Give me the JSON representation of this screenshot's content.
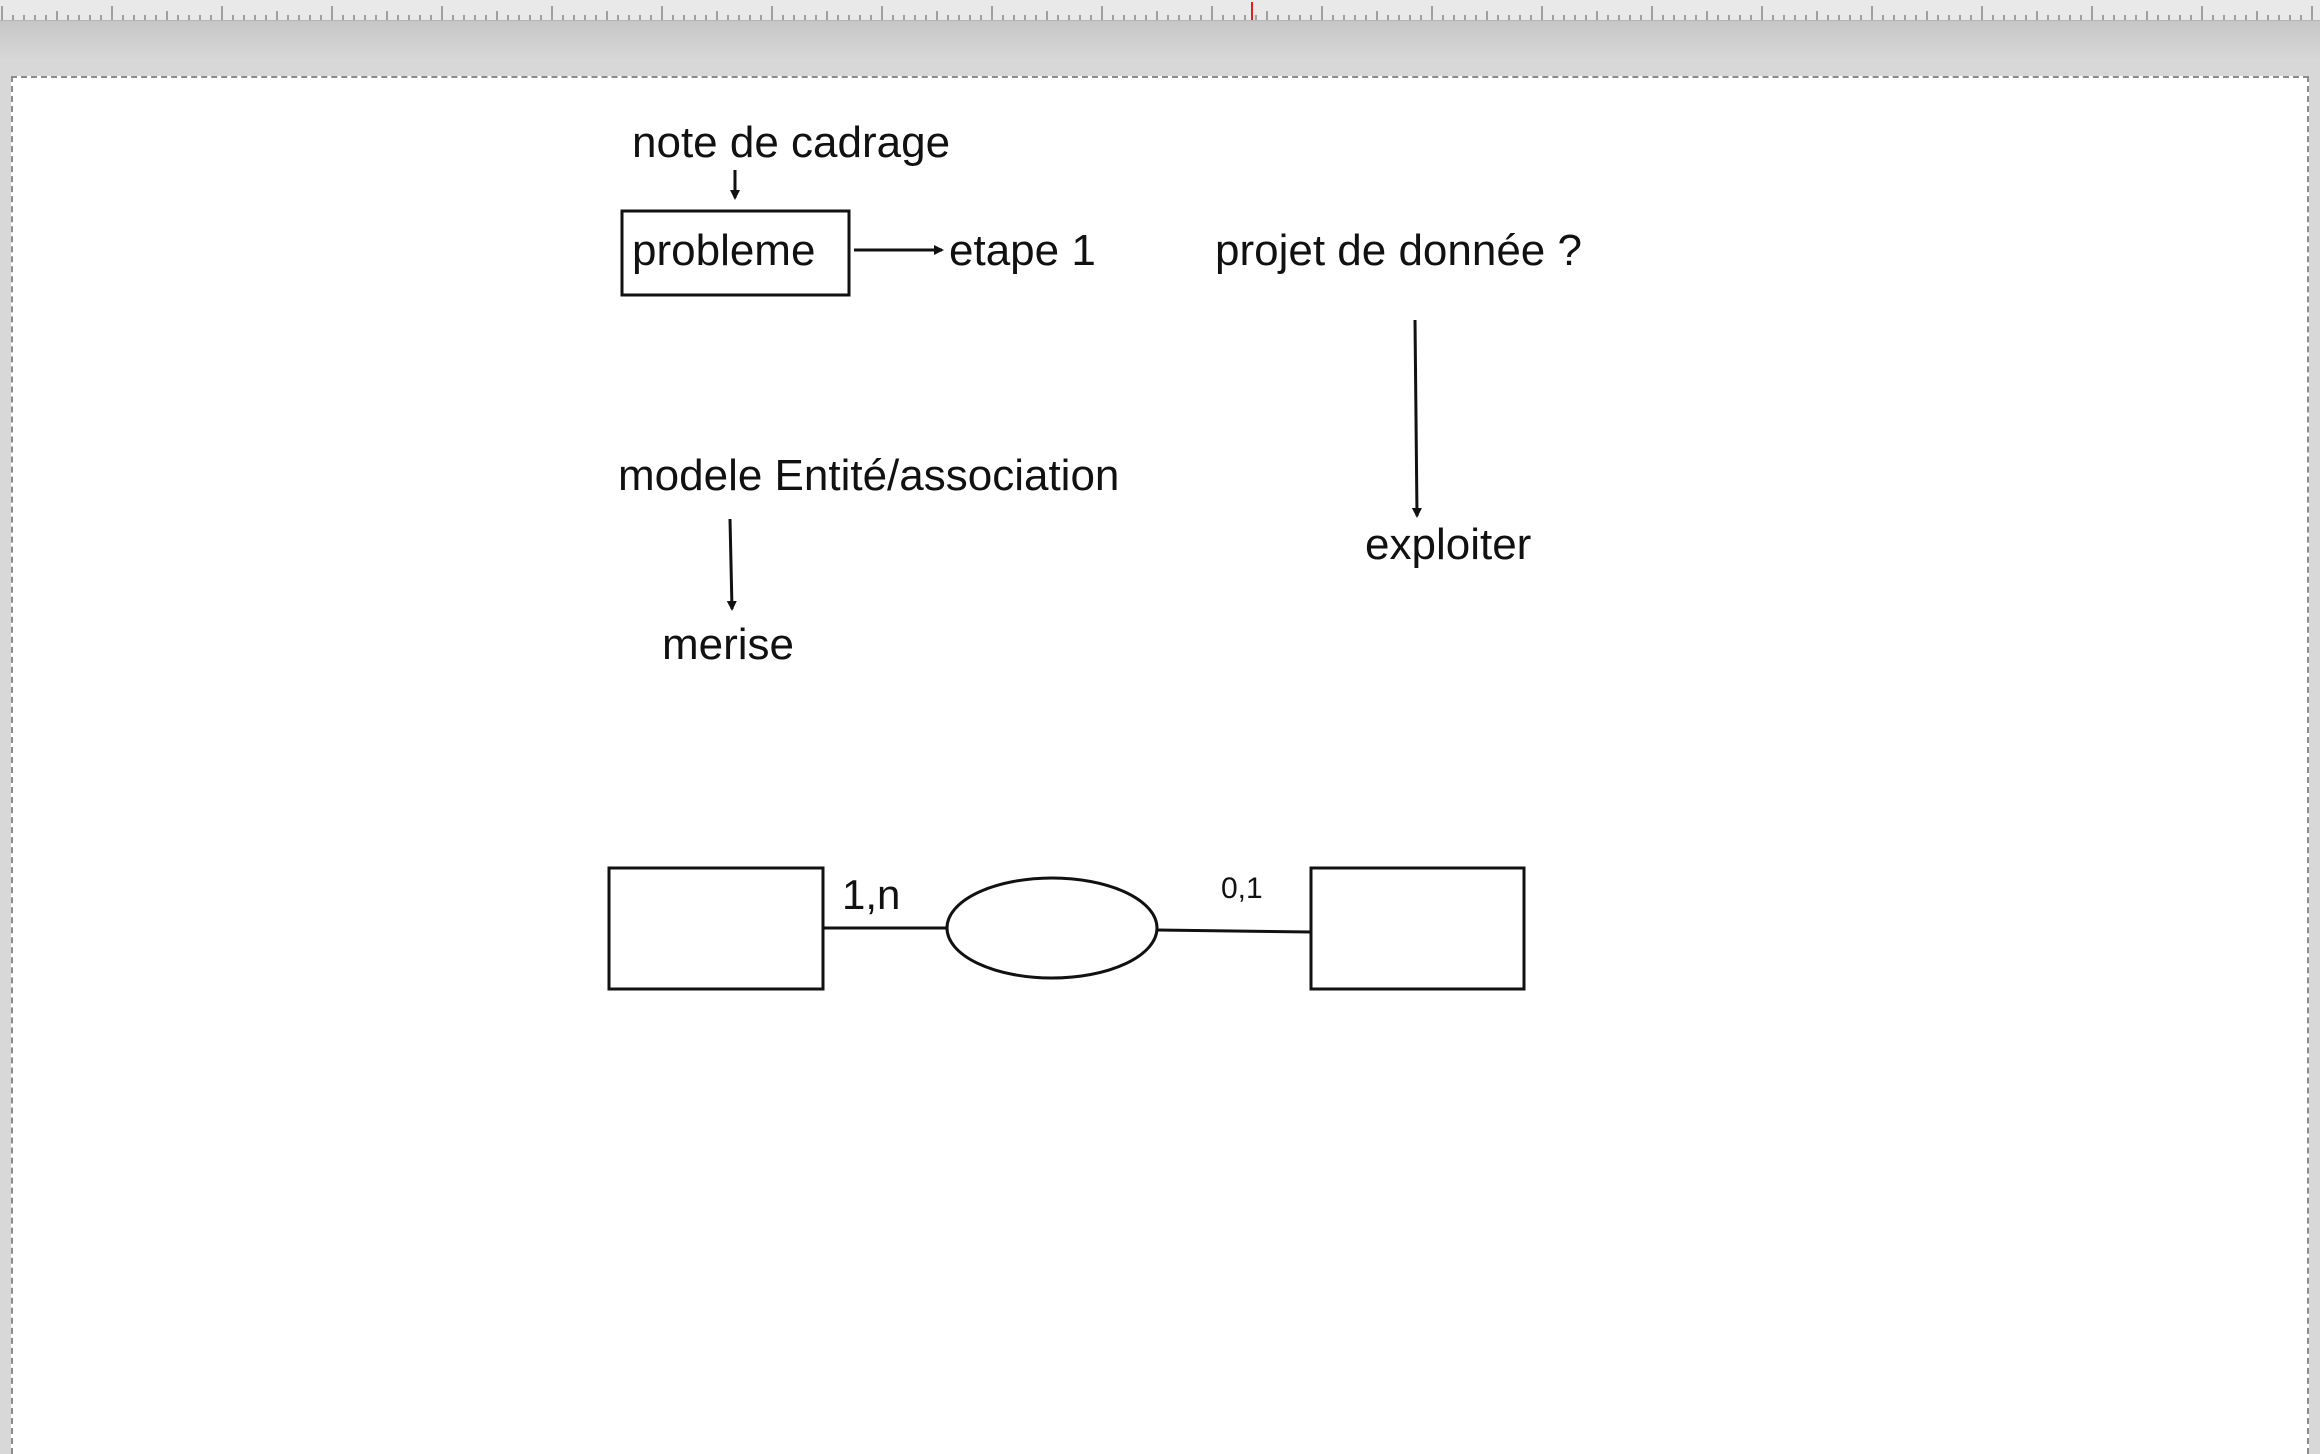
{
  "diagram": {
    "note_de_cadrage": "note de cadrage",
    "probleme": "probleme",
    "etape": "etape 1",
    "projet": "projet de donnée ?",
    "modele": "modele Entité/association",
    "merise": "merise",
    "exploiter": "exploiter",
    "card_left": "1,n",
    "card_right": "0,1"
  },
  "colors": {
    "canvas_bg": "#d8d8d8",
    "page_bg": "#ffffff",
    "ink": "#111111",
    "ruler_marker": "#e02020"
  },
  "icons": {
    "ruler": "horizontal-ruler"
  }
}
